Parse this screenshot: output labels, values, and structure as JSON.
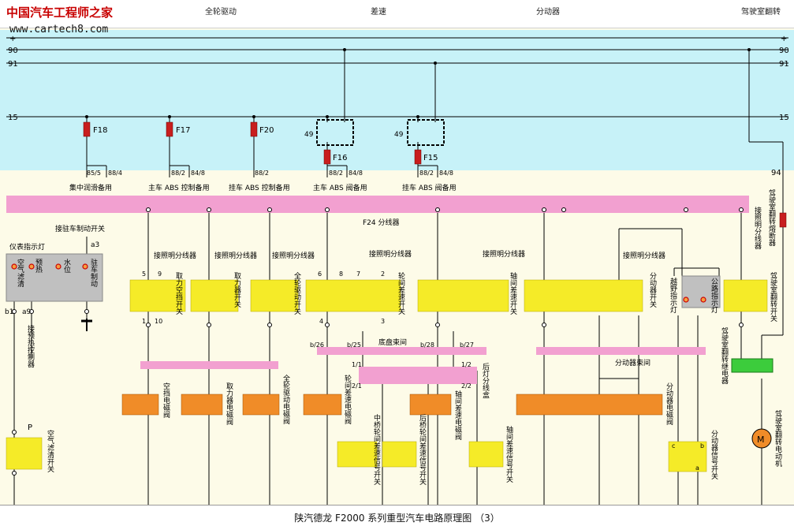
{
  "header": {
    "logo": "中国汽车工程师之家",
    "website": "www.cartech8.com",
    "sections": [
      "全轮驱动",
      "差速",
      "分动器",
      "驾驶室翻转"
    ]
  },
  "rails": {
    "plus": "+",
    "r90": "90",
    "r91": "91",
    "r15": "15",
    "r94": "94"
  },
  "fuses": {
    "f18": "F18",
    "f17": "F17",
    "f20": "F20",
    "f16": "F16",
    "f15": "F15",
    "m49a": "49",
    "m49b": "49"
  },
  "pins": {
    "p85_5": "85/5",
    "p88_4": "88/4",
    "p88_2a": "88/2",
    "p84_8a": "84/8",
    "p88_2b": "88/2",
    "p88_2c": "88/2",
    "p84_8c": "84/8",
    "p88_2d": "88/2",
    "p84_8d": "84/8"
  },
  "spare_labels": [
    "集中润滑备用",
    "主车 ABS 控制备用",
    "挂车 ABS 控制备用",
    "主车 ABS 阀备用",
    "挂车 ABS 阀备用"
  ],
  "distributor": {
    "f24": "F24 分线器",
    "lighting": "接照明分线器"
  },
  "left_panel": {
    "park_brake": "接驻车制动开关",
    "a3": "a3",
    "instrument_lamp": "仪表指示灯",
    "lamps": [
      "空气滤清",
      "预热",
      "水位",
      "驻车制动"
    ],
    "b1": "b1",
    "a9": "a9",
    "preheat_ctrl": "接预热控制器",
    "air_switch": "空气滤清开关",
    "p_symbol": "P"
  },
  "switches": {
    "s1": "取力空挡开关",
    "s2": "取力器开关",
    "s3": "全轮驱动开关",
    "s4": "轮间差速开关",
    "s5": "轴间差速开关",
    "s6": "分动器开关",
    "s7": "越野指示灯",
    "s8": "公路指示灯",
    "s9": "驾驶室翻转开关"
  },
  "pin_numbers": [
    "5",
    "9",
    "1",
    "10",
    "6",
    "8",
    "7",
    "2",
    "4",
    "3"
  ],
  "harness": {
    "chassis": "底盘束间",
    "transfer": "分动器束间",
    "b26": "b/26",
    "b25": "b/25",
    "b28": "b/28",
    "b27": "b/27",
    "p1_1": "1/1",
    "p2_1": "2/1",
    "p1_2": "1/2",
    "p2_2": "2/2",
    "rear_box": "后灯分线盒"
  },
  "valves": {
    "v1": "空挡电磁阀",
    "v2": "取力器电磁阀",
    "v3": "全轮驱动电磁阀",
    "v4": "轮间差速电磁阀",
    "v5": "轴间差速电磁阀",
    "v6": "分动器电磁阀"
  },
  "signal_switches": {
    "mid": "中桥轮间差速信号开关",
    "rear": "后桥轮间差速信号开关",
    "axle": "轴间差速信号开关",
    "transfer": "分动器信号开关"
  },
  "cab": {
    "fuse": "驾驶室翻转熔断器",
    "dist": "接照明分线器",
    "relay": "驾驶室翻转继电器",
    "motor": "驾驶室翻转电动机",
    "m": "M",
    "c": "c",
    "b": "b",
    "a": "a"
  },
  "footer": {
    "title": "陕汽德龙 F2000 系列重型汽车电路原理图 （3）"
  }
}
